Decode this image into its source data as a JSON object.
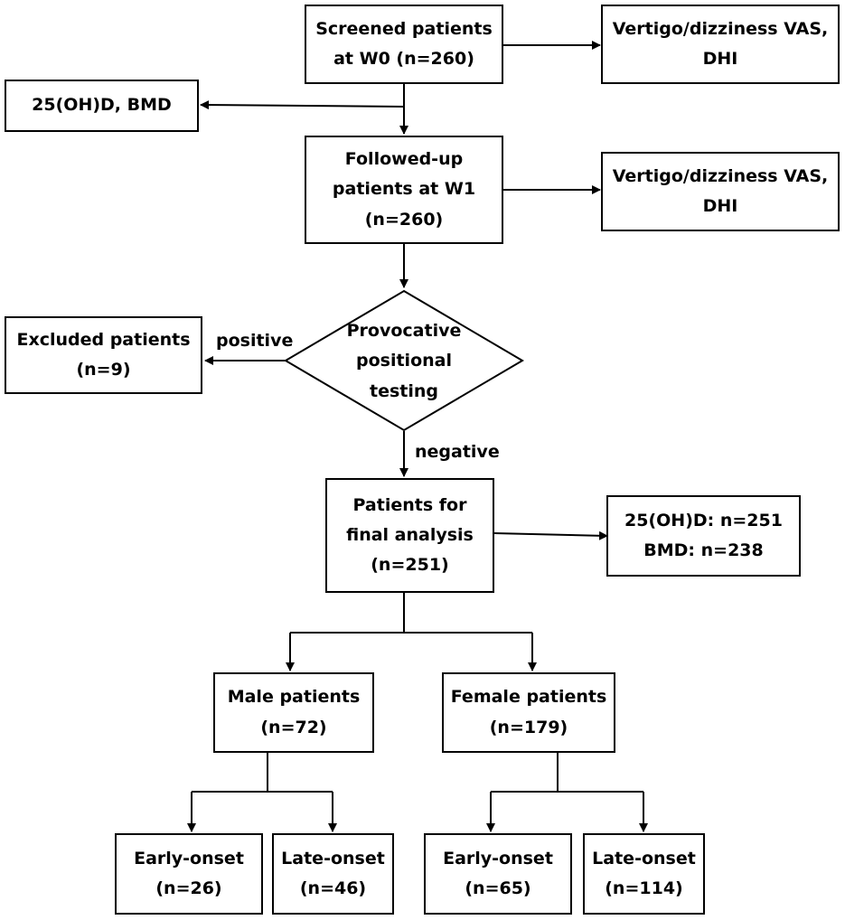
{
  "nodes": {
    "screened": {
      "lines": [
        "Screened patients",
        "at W0 (n=260)"
      ]
    },
    "vas_w0": {
      "lines": [
        "Vertigo/dizziness VAS,",
        "DHI"
      ]
    },
    "ohd_bmd": {
      "lines": [
        "25(OH)D, BMD"
      ]
    },
    "followed": {
      "lines": [
        "Followed-up",
        "patients at W1",
        "(n=260)"
      ]
    },
    "vas_w1": {
      "lines": [
        "Vertigo/dizziness VAS,",
        "DHI"
      ]
    },
    "excluded": {
      "lines": [
        "Excluded patients",
        "(n=9)"
      ]
    },
    "testing": {
      "lines": [
        "Provocative",
        "positional",
        "testing"
      ]
    },
    "final": {
      "lines": [
        "Patients for",
        "final analysis",
        "(n=251)"
      ]
    },
    "final_counts": {
      "lines": [
        "25(OH)D: n=251",
        "BMD: n=238"
      ]
    },
    "male": {
      "lines": [
        "Male patients",
        "(n=72)"
      ]
    },
    "female": {
      "lines": [
        "Female patients",
        "(n=179)"
      ]
    },
    "male_early": {
      "lines": [
        "Early-onset",
        "(n=26)"
      ]
    },
    "male_late": {
      "lines": [
        "Late-onset",
        "(n=46)"
      ]
    },
    "female_early": {
      "lines": [
        "Early-onset",
        "(n=65)"
      ]
    },
    "female_late": {
      "lines": [
        "Late-onset",
        "(n=114)"
      ]
    }
  },
  "edge_labels": {
    "positive": "positive",
    "negative": "negative"
  }
}
